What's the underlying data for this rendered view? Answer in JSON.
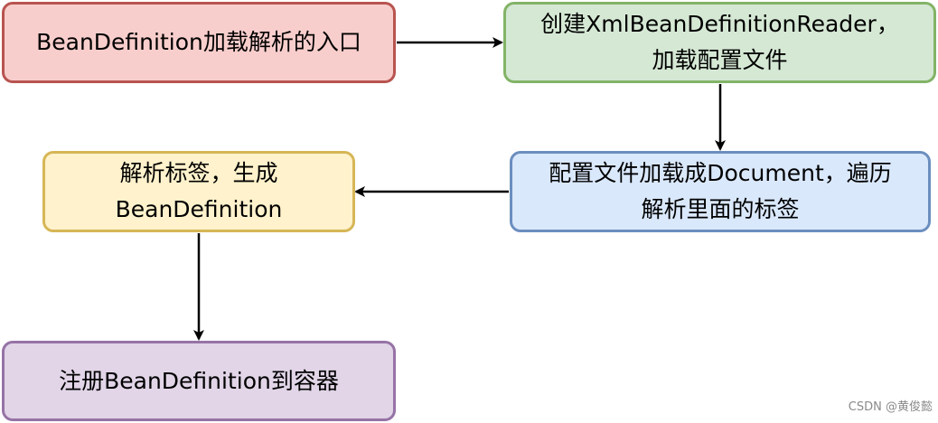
{
  "nodes": {
    "entry": {
      "lines": [
        "BeanDefinition加载解析的入口"
      ],
      "fill": "#f8cecc",
      "stroke": "#b85450"
    },
    "reader": {
      "lines": [
        "创建XmlBeanDefinitionReader，",
        "加载配置文件"
      ],
      "fill": "#d5e8d4",
      "stroke": "#82b366"
    },
    "document": {
      "lines": [
        "配置文件加载成Document，遍历",
        "解析里面的标签"
      ],
      "fill": "#dae8fc",
      "stroke": "#6c8ebf"
    },
    "parse": {
      "lines": [
        "解析标签，生成",
        "BeanDefinition"
      ],
      "fill": "#fff2cc",
      "stroke": "#d6b656"
    },
    "register": {
      "lines": [
        "注册BeanDefinition到容器"
      ],
      "fill": "#e1d5e7",
      "stroke": "#9673a6"
    }
  },
  "edges": [
    {
      "from": "entry",
      "to": "reader"
    },
    {
      "from": "reader",
      "to": "document"
    },
    {
      "from": "document",
      "to": "parse"
    },
    {
      "from": "parse",
      "to": "register"
    }
  ],
  "edge_color": "#000000",
  "watermark": "CSDN @黄俊懿"
}
